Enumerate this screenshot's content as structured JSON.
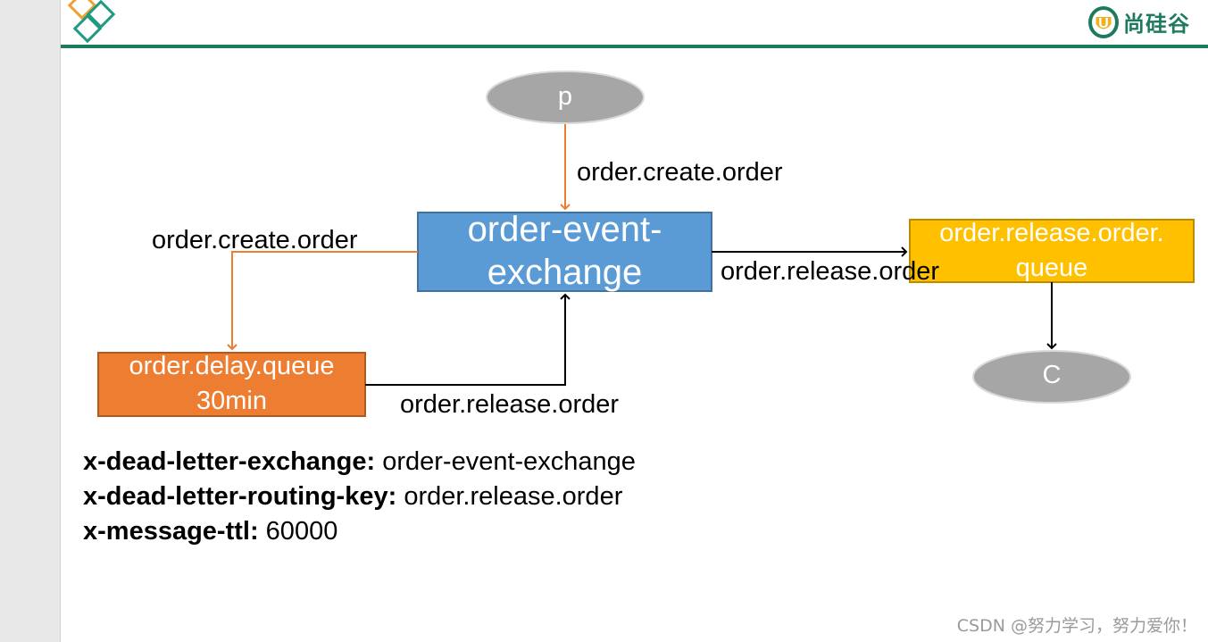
{
  "header": {
    "brand_text": "尚硅谷",
    "brand_badge": "U"
  },
  "nodes": {
    "producer": "p",
    "exchange_line1": "order-event-",
    "exchange_line2": "exchange",
    "release_queue_line1": "order.release.order.",
    "release_queue_line2": "queue",
    "delay_queue_line1": "order.delay.queue",
    "delay_queue_line2": "30min",
    "consumer": "C"
  },
  "edges": {
    "producer_to_exchange": "order.create.order",
    "exchange_to_delay": "order.create.order",
    "exchange_to_release": "order.release.order",
    "delay_to_exchange": "order.release.order"
  },
  "args": [
    {
      "key": "x-dead-letter-exchange:",
      "value": " order-event-exchange"
    },
    {
      "key": "x-dead-letter-routing-key:",
      "value": " order.release.order"
    },
    {
      "key": "x-message-ttl:",
      "value": " 60000"
    }
  ],
  "watermark": "CSDN @努力学习，努力爱你！",
  "colors": {
    "exchange": "#5b9bd5",
    "delay_queue": "#ed7d31",
    "release_queue": "#ffc000",
    "ellipse": "#a6a6a6",
    "orange_arrow": "#ed7d31",
    "black_arrow": "#000000",
    "brand": "#1e7a5e"
  }
}
